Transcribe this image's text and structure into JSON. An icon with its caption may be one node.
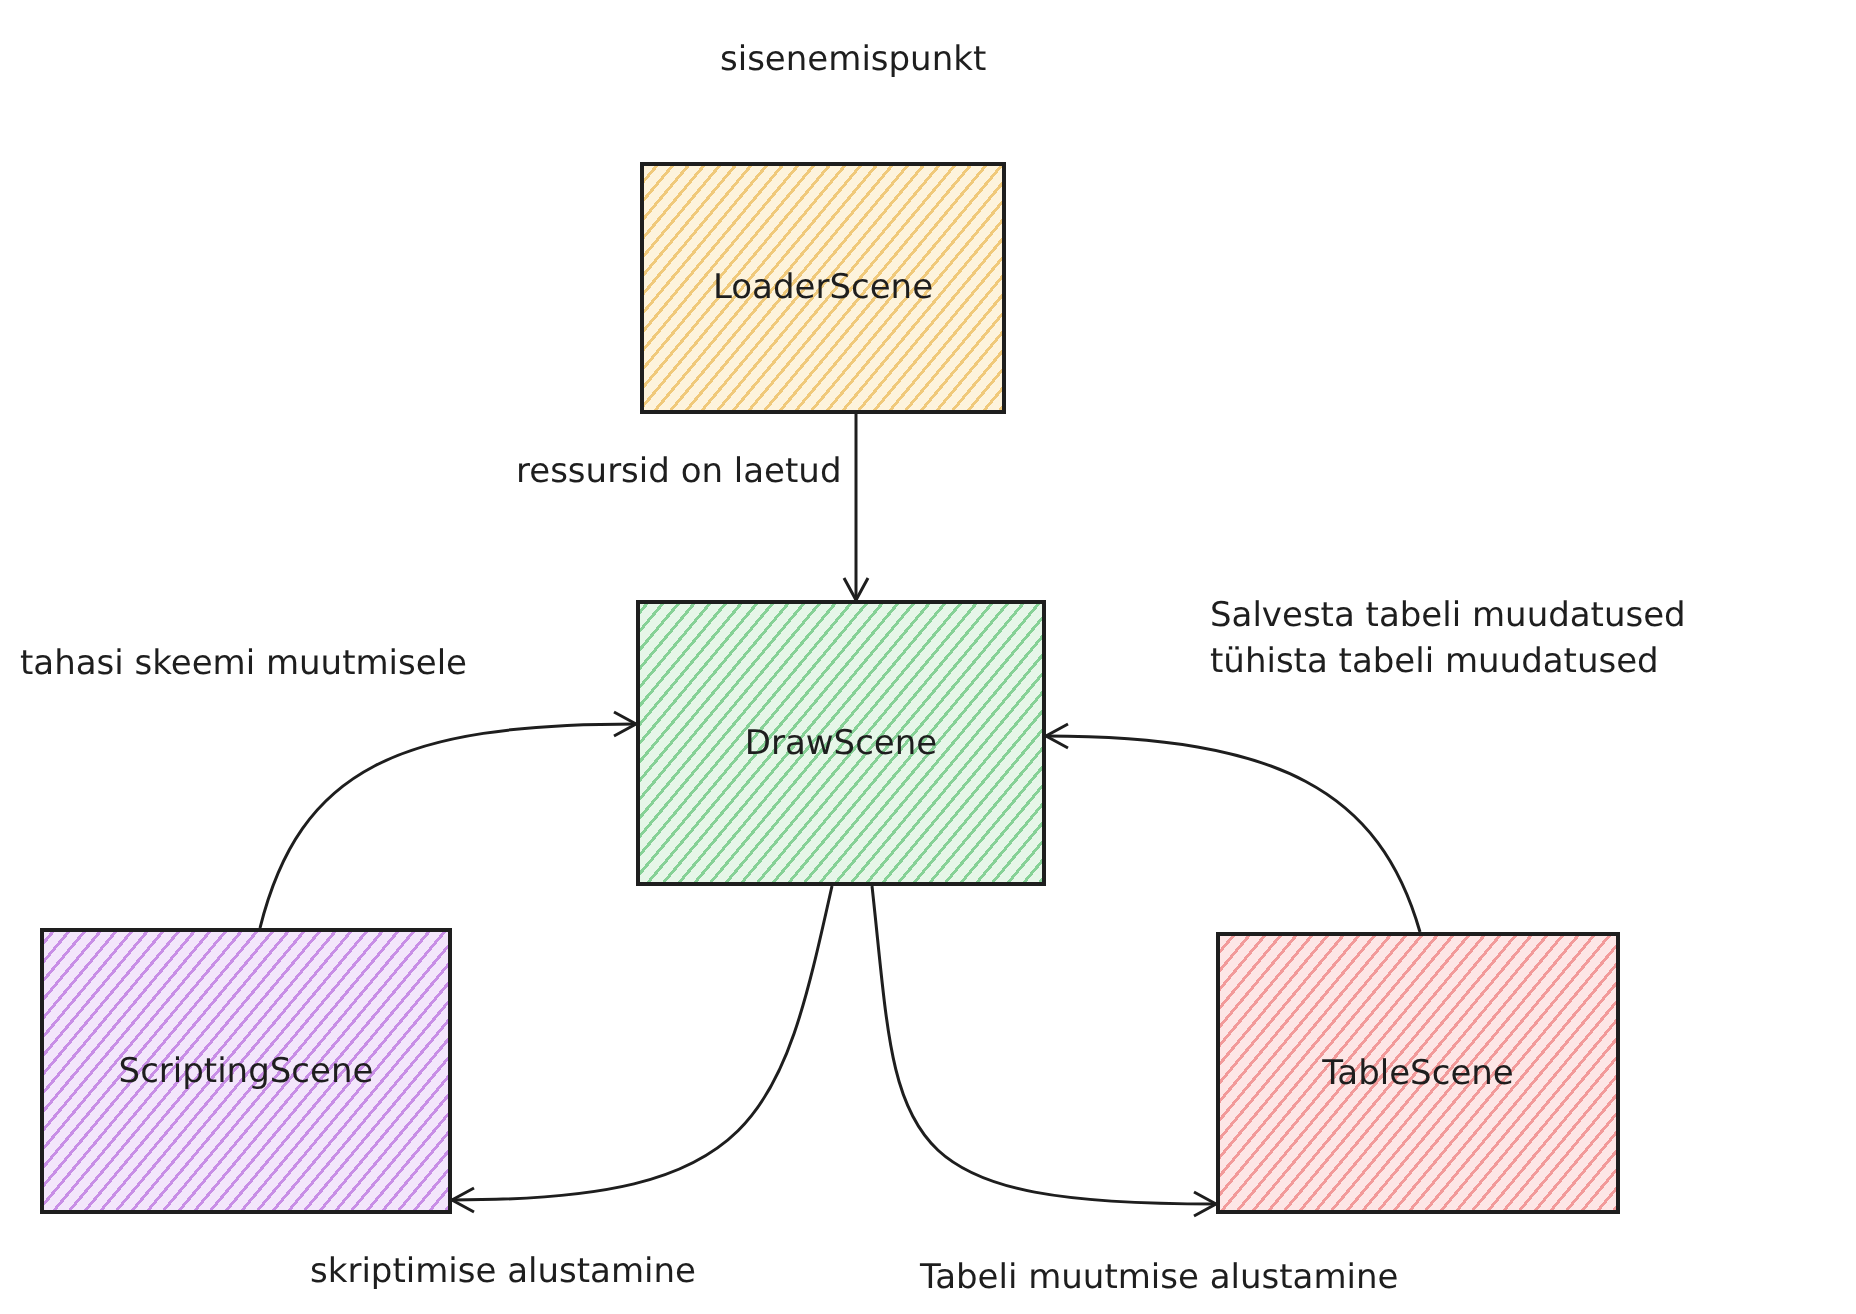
{
  "diagram": {
    "nodes": [
      {
        "text": [
          "LoaderScene"
        ],
        "beside": [
          "sisenemispunkt"
        ]
      },
      {
        "text": [
          "DrawScene"
        ]
      },
      {
        "text": [
          "ScriptingScene"
        ]
      },
      {
        "text": [
          "TableScene"
        ]
      }
    ],
    "edges": [
      {
        "from": 0,
        "to": 1,
        "arrow": "to",
        "label": "ressursid on laetud"
      },
      {
        "from": 2,
        "to": 1,
        "arrow": "to",
        "label": "tahasi skeemi muutmisele"
      },
      {
        "from": 3,
        "to": 1,
        "arrow": "to",
        "label": "Salvesta tabeli muudatused tühista tabeli muudatused"
      },
      {
        "from": 1,
        "to": 2,
        "arrow": "to",
        "label": "skriptimise alustamine"
      },
      {
        "from": 1,
        "to": 3,
        "arrow": "to",
        "label": "Tabeli muutmise alustamine"
      }
    ]
  }
}
